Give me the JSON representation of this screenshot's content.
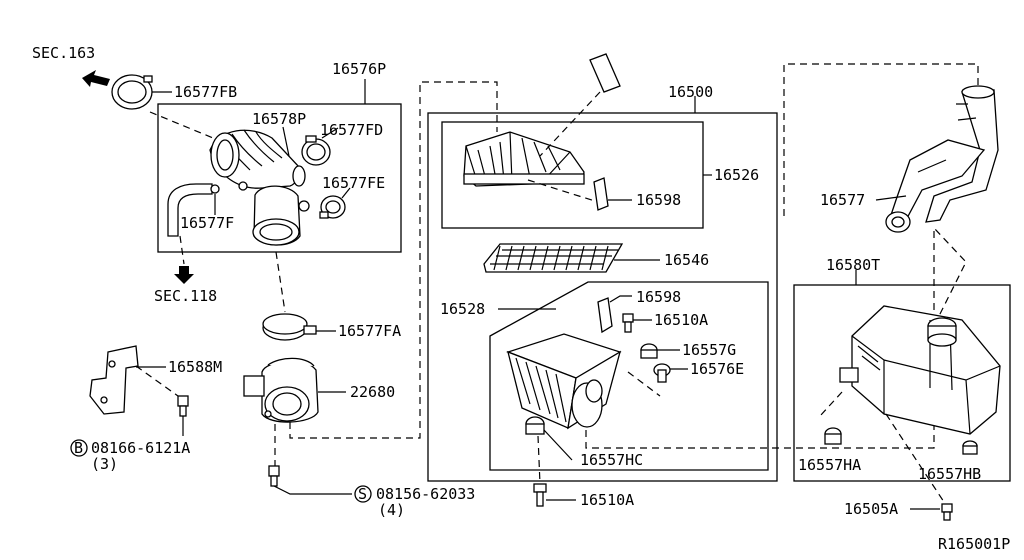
{
  "labels": {
    "sec163": "SEC.163",
    "sec118": "SEC.118",
    "p16576P": "16576P",
    "p16577FB": "16577FB",
    "p16578P": "16578P",
    "p16577FD": "16577FD",
    "p16577FE": "16577FE",
    "p16577F": "16577F",
    "p16577FA": "16577FA",
    "p16588M": "16588M",
    "p22680": "22680",
    "bolt_b": "B",
    "p08166": "08166-6121A",
    "qty3": "(3)",
    "bolt_s": "S",
    "p08156": "08156-62033",
    "qty4": "(4)",
    "p16500": "16500",
    "p16526": "16526",
    "p16598a": "16598",
    "p16546": "16546",
    "p16528": "16528",
    "p16598b": "16598",
    "p16510A_a": "16510A",
    "p16557G": "16557G",
    "p16576E": "16576E",
    "p16557HC": "16557HC",
    "p16510A_b": "16510A",
    "p16577": "16577",
    "p16580T": "16580T",
    "p16557HA": "16557HA",
    "p16557HB": "16557HB",
    "p16505A": "16505A",
    "ref": "R165001P"
  }
}
